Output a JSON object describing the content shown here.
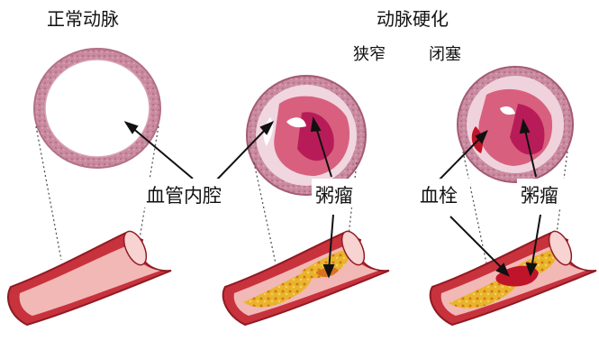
{
  "labels": {
    "normal_artery": "正常动脉",
    "atherosclerosis": "动脉硬化",
    "narrowing": "狭窄",
    "occlusion": "闭塞",
    "lumen": "血管内腔",
    "plaque_1": "粥瘤",
    "thrombus": "血栓",
    "plaque_2": "粥瘤"
  },
  "colors": {
    "vessel_wall": "#c8323c",
    "vessel_dark": "#8f1a24",
    "lumen_pink": "#f2b8b6",
    "section_ring": "#c77a8e",
    "plaque_yellow": "#e8b52a",
    "plaque_orange": "#d9731f",
    "clot_red": "#c0142a"
  }
}
